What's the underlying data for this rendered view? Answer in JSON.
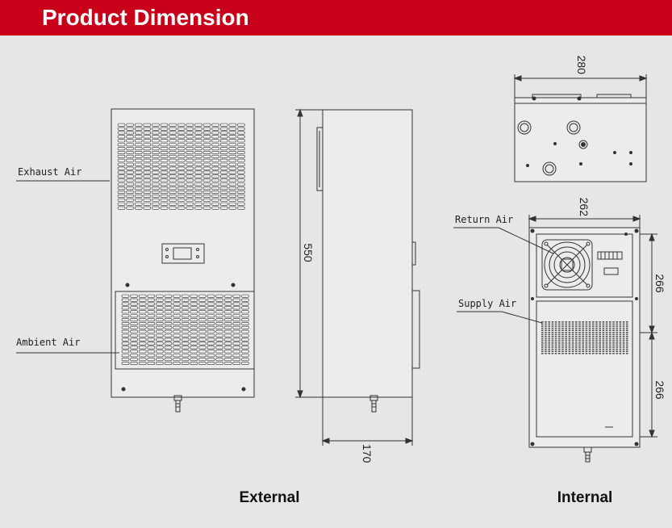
{
  "header": {
    "title": "Product Dimension"
  },
  "labels": {
    "exhaust_air": "Exhaust Air",
    "ambient_air": "Ambient Air",
    "return_air": "Return Air",
    "supply_air": "Supply Air"
  },
  "dimensions": {
    "height": "550",
    "depth": "170",
    "top_width": "280",
    "internal_width": "262",
    "upper_height": "266",
    "lower_height": "266"
  },
  "captions": {
    "external": "External",
    "internal": "Internal"
  },
  "colors": {
    "header_bg": "#c8001a",
    "background": "#e6e6e6",
    "line": "#333333"
  }
}
